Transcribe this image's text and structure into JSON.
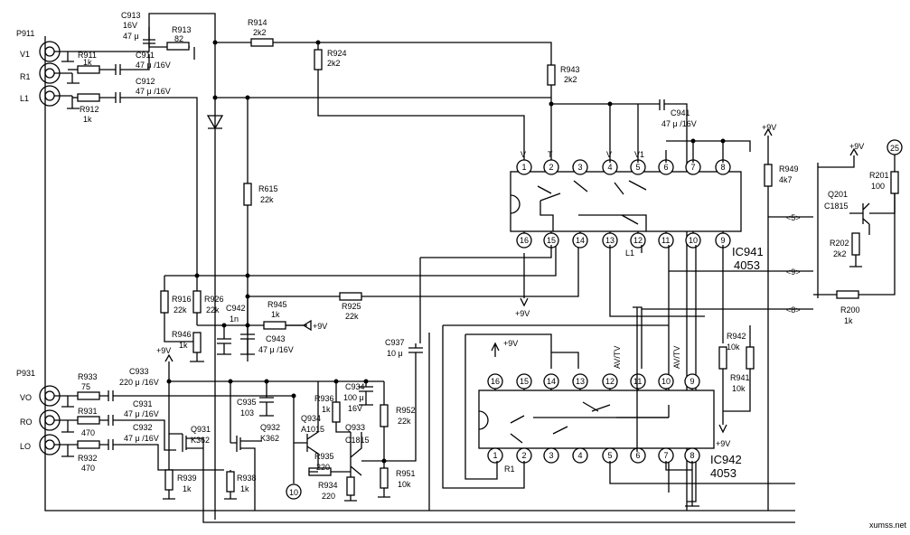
{
  "connectors": {
    "p911": "P911",
    "v1": "V1",
    "r1": "R1",
    "l1": "L1",
    "p931": "P931",
    "vo": "VO",
    "ro": "RO",
    "lo": "LO"
  },
  "components": {
    "c913": [
      "C913",
      "16V",
      "47 μ"
    ],
    "r913": [
      "R913",
      "82"
    ],
    "c911": [
      "C911",
      "47 μ /16V"
    ],
    "c912": [
      "C912",
      "47 μ /16V"
    ],
    "r911": [
      "R911",
      "1k"
    ],
    "r912": [
      "R912",
      "1k"
    ],
    "r914": [
      "R914",
      "2k2"
    ],
    "r924": [
      "R924",
      "2k2"
    ],
    "r943": [
      "R943",
      "2k2"
    ],
    "c941": [
      "C941",
      "47 μ /16V"
    ],
    "r615": [
      "R615",
      "22k"
    ],
    "r916": [
      "R916",
      "22k"
    ],
    "r926": [
      "R926",
      "22k"
    ],
    "c942": [
      "C942",
      "1n"
    ],
    "r945": [
      "R945",
      "1k"
    ],
    "r925": [
      "R925",
      "22k"
    ],
    "c943": [
      "C943",
      "47 μ /16V"
    ],
    "r946": [
      "R946",
      "1k"
    ],
    "c937": [
      "C937",
      "10 μ"
    ],
    "r933": [
      "R933",
      "75"
    ],
    "c933": [
      "C933",
      "220 μ /16V"
    ],
    "r931": [
      "R931",
      "470"
    ],
    "c931": [
      "C931",
      "47 μ /16V"
    ],
    "c932": [
      "C932",
      "47 μ /16V"
    ],
    "r932": [
      "R932",
      "470"
    ],
    "q931": [
      "Q931",
      "K362"
    ],
    "r939": [
      "R939",
      "1k"
    ],
    "r938": [
      "R938",
      "1k"
    ],
    "c935": [
      "C935",
      "103"
    ],
    "q932": [
      "Q932",
      "K362"
    ],
    "q934": [
      "Q934",
      "A1015"
    ],
    "r936": [
      "R936",
      "1k"
    ],
    "c934": [
      "C934",
      "100 μ",
      "16V"
    ],
    "r952": [
      "R952",
      "22k"
    ],
    "q933": [
      "Q933",
      "C1815"
    ],
    "r935": [
      "R935",
      "220"
    ],
    "r934": [
      "R934",
      "220"
    ],
    "r951": [
      "R951",
      "10k"
    ],
    "r949": [
      "R949",
      "4k7"
    ],
    "q201": [
      "Q201",
      "C1815"
    ],
    "r201": [
      "R201",
      "100"
    ],
    "r202": [
      "R202",
      "2k2"
    ],
    "r200": [
      "R200",
      "1k"
    ],
    "r942": [
      "R942",
      "10k"
    ],
    "r941": [
      "R941",
      "10k"
    ]
  },
  "supply": {
    "plus9v": "+9V"
  },
  "ic941": {
    "ref": "IC941",
    "part": "4053",
    "top_pins": [
      "1",
      "2",
      "3",
      "4",
      "5",
      "6",
      "7",
      "8"
    ],
    "top_labels": [
      "V",
      "T",
      "",
      "V",
      "V1",
      "",
      "",
      ""
    ],
    "bottom_pins": [
      "16",
      "15",
      "14",
      "13",
      "12",
      "11",
      "10",
      "9"
    ],
    "inner_label": "L1"
  },
  "ic942": {
    "ref": "IC942",
    "part": "4053",
    "top_pins": [
      "16",
      "15",
      "14",
      "13",
      "12",
      "11",
      "10",
      "9"
    ],
    "bottom_pins": [
      "1",
      "2",
      "3",
      "4",
      "5",
      "6",
      "7",
      "8"
    ],
    "avtv_1": "AV/TV",
    "avtv_2": "AV/TV",
    "inner_label": "R1"
  },
  "nets": {
    "n5": "<5>",
    "n9": "<9>",
    "n8": "<8>",
    "n10": "10",
    "n25": "25"
  },
  "watermark": "xumss.net"
}
